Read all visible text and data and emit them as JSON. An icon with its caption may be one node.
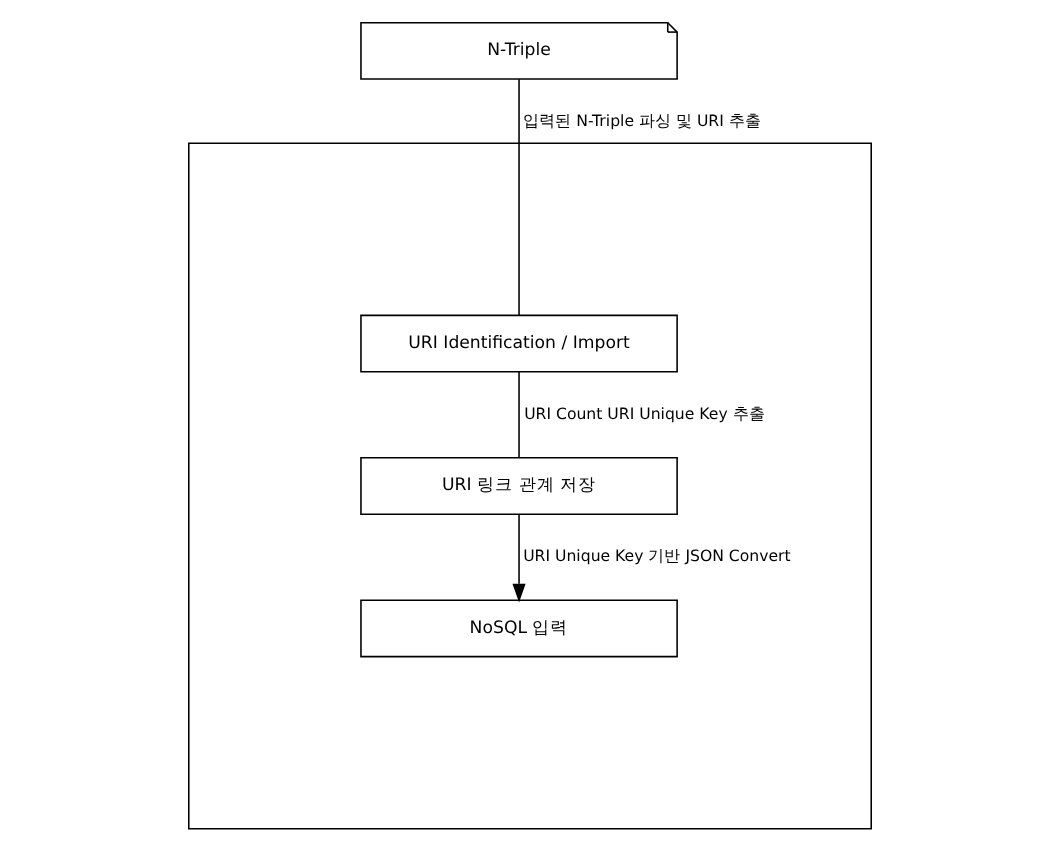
{
  "diagram": {
    "nodes": [
      {
        "text": [
          "N-Triple"
        ]
      },
      {
        "text": [],
        "shape": "box"
      },
      {
        "text": [
          "URI Identification / Import"
        ],
        "in": 1
      },
      {
        "text": [
          "URI 링크 관계 저장"
        ],
        "in": 1
      },
      {
        "text": [
          "NoSQL 입력"
        ],
        "in": 1
      }
    ],
    "edges": [
      {
        "from": 0,
        "to": 2,
        "arrow": "none",
        "label": "입력된 N-Triple 파싱 및 URI 추출"
      },
      {
        "from": 2,
        "to": 3,
        "arrow": "none",
        "label": "URI Count URI Unique Key 추출"
      },
      {
        "from": 3,
        "to": 4,
        "arrow": "to",
        "label": "URI Unique Key 기반 JSON Convert"
      }
    ]
  }
}
